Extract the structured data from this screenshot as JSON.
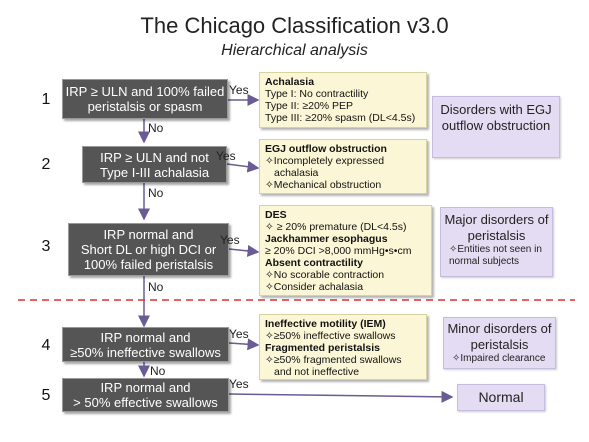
{
  "title": "The Chicago Classification v3.0",
  "subtitle": "Hierarchical analysis",
  "labels": {
    "yes": "Yes",
    "no": "No"
  },
  "steps": [
    {
      "num": "1",
      "lines": [
        "IRP ≥ ULN and 100% failed",
        "peristalsis or spasm"
      ]
    },
    {
      "num": "2",
      "lines": [
        "IRP ≥ ULN and not",
        "Type I-III achalasia"
      ]
    },
    {
      "num": "3",
      "lines": [
        "IRP normal and",
        "Short DL or high DCI or",
        "100% failed peristalsis"
      ]
    },
    {
      "num": "4",
      "lines": [
        "IRP normal and",
        "≥50% ineffective swallows"
      ]
    },
    {
      "num": "5",
      "lines": [
        "IRP normal and",
        "> 50% effective swallows"
      ]
    }
  ],
  "results": {
    "achalasia": {
      "heading": "Achalasia",
      "lines": [
        "Type I:  No contractility",
        "Type II: ≥20% PEP",
        "Type III: ≥20% spasm (DL<4.5s)"
      ]
    },
    "egj": {
      "heading": "EGJ outflow obstruction",
      "items": [
        "✧Incompletely expressed",
        "achalasia",
        "✧Mechanical obstruction"
      ]
    },
    "major": {
      "des_heading": "DES",
      "des_item": "✧ ≥ 20% premature (DL<4.5s)",
      "jack_heading": "Jackhammer esophagus",
      "jack_item": "≥ 20% DCI >8,000 mmHg•s•cm",
      "absent_heading": "Absent contractility",
      "absent_items": [
        "✧No scorable contraction",
        "✧Consider achalasia"
      ]
    },
    "minor": {
      "iem_heading": "Ineffective motility (IEM)",
      "iem_item": "✧≥50% ineffective swallows",
      "frag_heading": "Fragmented peristalsis",
      "frag_items": [
        "✧≥50% fragmented swallows",
        "and not ineffective"
      ]
    }
  },
  "categories": {
    "egj": "Disorders with EGJ outflow obstruction",
    "major": "Major disorders of peristalsis",
    "major_note": "✧Entities not seen in normal subjects",
    "minor": "Minor disorders of peristalsis",
    "minor_note": "✧Impaired clearance",
    "normal": "Normal"
  },
  "colors": {
    "decision_box": "#555555",
    "result_box": "#fbf7d6",
    "category_box": "#e4dcf2",
    "arrow": "#6b5b95",
    "divider": "#e03030"
  }
}
